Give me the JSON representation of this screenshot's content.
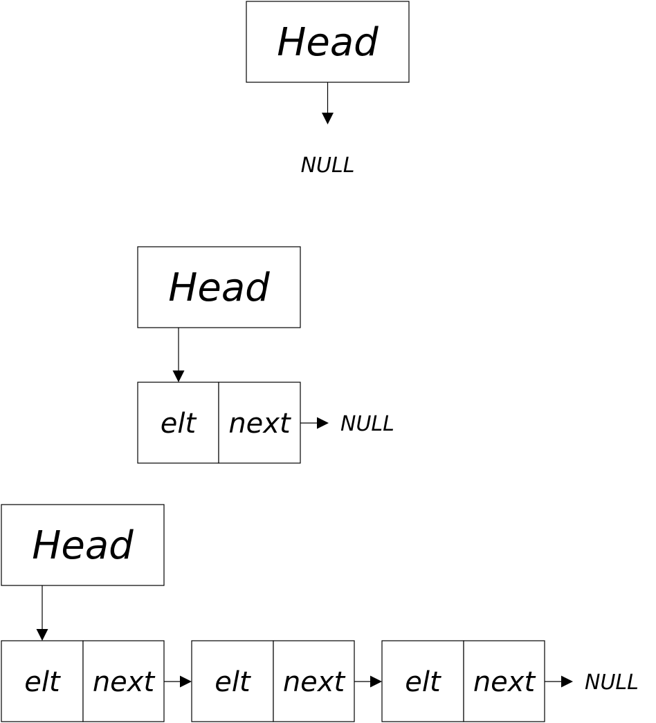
{
  "diagrams": [
    {
      "head_label": "Head",
      "terminal": "NULL",
      "nodes": []
    },
    {
      "head_label": "Head",
      "terminal": "NULL",
      "nodes": [
        {
          "elt": "elt",
          "next": "next"
        }
      ]
    },
    {
      "head_label": "Head",
      "terminal": "NULL",
      "nodes": [
        {
          "elt": "elt",
          "next": "next"
        },
        {
          "elt": "elt",
          "next": "next"
        },
        {
          "elt": "elt",
          "next": "next"
        }
      ]
    }
  ]
}
